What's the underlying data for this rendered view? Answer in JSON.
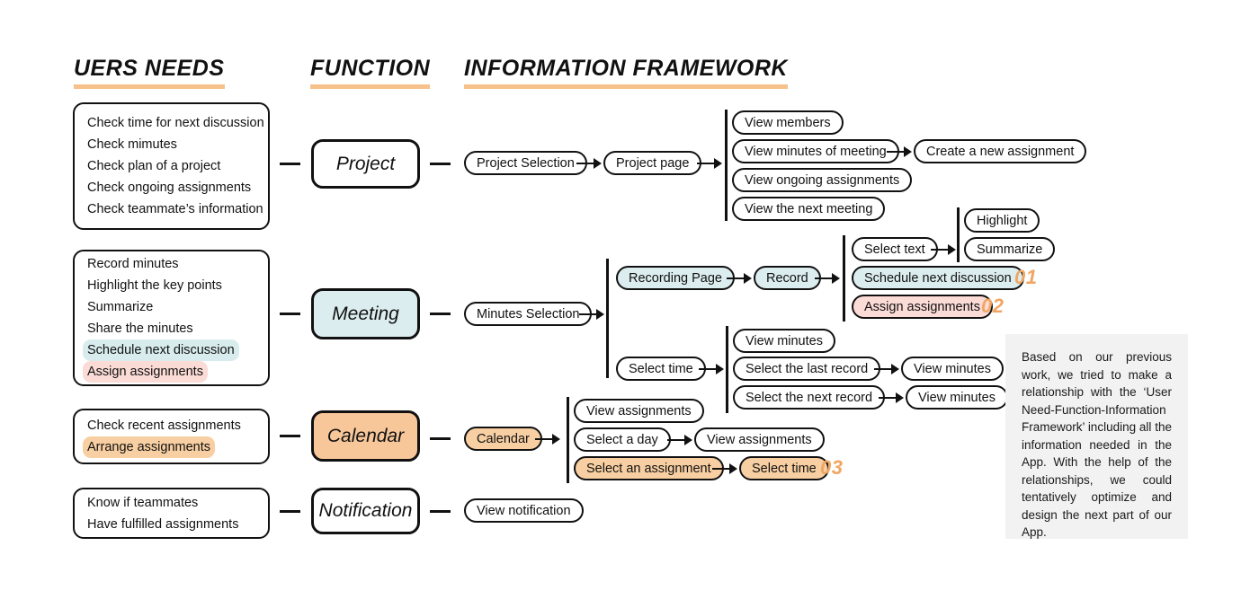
{
  "headers": [
    {
      "label": "UERS NEEDS"
    },
    {
      "label": "FUNCTION"
    },
    {
      "label": "INFORMATION FRAMEWORK"
    }
  ],
  "colors": {
    "accent_orange": "#F0A661",
    "header_rule": "#F7C18B",
    "fill_teal": "#DCEDEF",
    "fill_pink": "#FBDBD6",
    "fill_orange": "#F8CFA2",
    "note_background": "#F2F2F2",
    "stroke": "#111111"
  },
  "needs": [
    {
      "name": "project-needs",
      "items": [
        {
          "text": "Check time for next discussion",
          "highlight": "none"
        },
        {
          "text": "Check mimutes",
          "highlight": "none"
        },
        {
          "text": "Check plan of a project",
          "highlight": "none"
        },
        {
          "text": "Check ongoing assignments",
          "highlight": "none"
        },
        {
          "text": "Check teammate’s information",
          "highlight": "none"
        }
      ]
    },
    {
      "name": "meeting-needs",
      "items": [
        {
          "text": "Record minutes",
          "highlight": "none"
        },
        {
          "text": "Highlight the key points",
          "highlight": "none"
        },
        {
          "text": "Summarize",
          "highlight": "none"
        },
        {
          "text": "Share the minutes",
          "highlight": "none"
        },
        {
          "text": "Schedule next discussion",
          "highlight": "teal"
        },
        {
          "text": "Assign assignments",
          "highlight": "pink"
        }
      ]
    },
    {
      "name": "calendar-needs",
      "items": [
        {
          "text": "Check recent assignments",
          "highlight": "none"
        },
        {
          "text": "Arrange assignments",
          "highlight": "orange"
        }
      ]
    },
    {
      "name": "notification-needs",
      "items": [
        {
          "text": "Know if teammates",
          "highlight": "none"
        },
        {
          "text": "Have fulfilled assignments",
          "highlight": "none"
        }
      ]
    }
  ],
  "functions": [
    {
      "label": "Project",
      "fill": "none"
    },
    {
      "label": "Meeting",
      "fill": "teal"
    },
    {
      "label": "Calendar",
      "fill": "orange"
    },
    {
      "label": "Notification",
      "fill": "none"
    }
  ],
  "framework": {
    "project": {
      "entry": "Project Selection",
      "page": "Project page",
      "branches": [
        "View members",
        "View minutes of meeting",
        "View ongoing assignments",
        "View the next meeting"
      ],
      "followup": "Create a new assignment"
    },
    "meeting": {
      "entry": "Minutes Selection",
      "upper": {
        "page": "Recording Page",
        "action": "Record",
        "branches": [
          {
            "label": "Select text",
            "fill": "none"
          },
          {
            "label": "Schedule next discussion",
            "fill": "teal"
          },
          {
            "label": "Assign assignments",
            "fill": "pink"
          }
        ],
        "text_results": [
          "Highlight",
          "Summarize"
        ]
      },
      "lower": {
        "page": "Select time",
        "branches": [
          "View minutes",
          "Select the last record",
          "Select the next record"
        ],
        "results": [
          "View minutes",
          "View minutes"
        ]
      }
    },
    "calendar": {
      "entry": "Calendar",
      "branches": [
        {
          "label": "View assignments",
          "fill": "none"
        },
        {
          "label": "Select a day",
          "fill": "none"
        },
        {
          "label": "Select an assignment",
          "fill": "orange"
        }
      ],
      "results": [
        {
          "label": "View assignments",
          "fill": "none"
        },
        {
          "label": "Select time",
          "fill": "orange"
        }
      ]
    },
    "notification": {
      "entry": "View notification"
    }
  },
  "step_numbers": [
    "01",
    "02",
    "03"
  ],
  "note": {
    "text": "Based on our previous work, we tried to make a relationship with the ‘User Need-Function-Information Framework’ including all the information needed in the App. With the help of the relationships, we could tentatively optimize and design the next part of our App."
  }
}
